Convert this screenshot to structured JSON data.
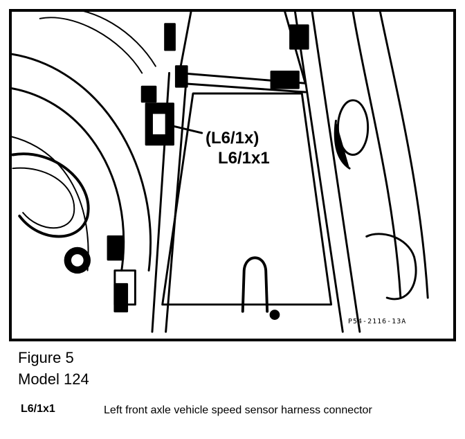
{
  "figure": {
    "callouts": [
      "(L6/1x)",
      "L6/1x1"
    ],
    "ref_code": "P54-2116-13A",
    "title": "Figure 5",
    "model": "Model 124"
  },
  "legend": [
    {
      "code": "L6/1x1",
      "description": "Left front axle vehicle speed sensor harness connector"
    }
  ]
}
